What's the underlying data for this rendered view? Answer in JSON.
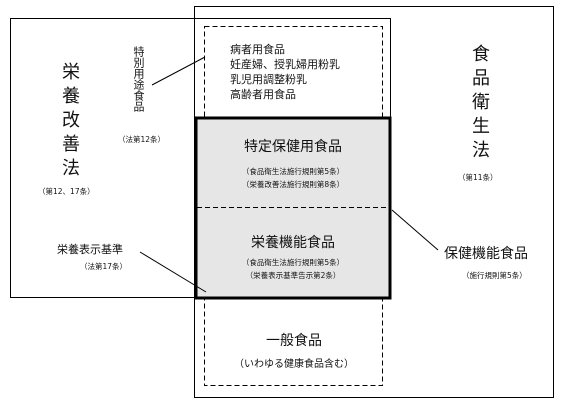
{
  "left_region": {
    "law_name": "栄養改善法",
    "law_articles": "（第12、17条）"
  },
  "right_region": {
    "law_name": "食品衛生法",
    "law_articles": "（第11条）"
  },
  "special_use_food": {
    "label": "特別用途食品",
    "article": "（法第12条）",
    "items": [
      "病者用食品",
      "妊産婦、授乳婦用粉乳",
      "乳児用調整粉乳",
      "高齢者用食品"
    ]
  },
  "foshu": {
    "title": "特定保健用食品",
    "notes": [
      "（食品衛生法施行規則第5条）",
      "（栄養改善法施行規則第8条）"
    ]
  },
  "nutrient_function": {
    "title": "栄養機能食品",
    "notes": [
      "（食品衛生法施行規則第5条）",
      "（栄養表示基準告示第2条）"
    ]
  },
  "nutrition_labeling": {
    "label": "栄養表示基準",
    "article": "（法第17条）"
  },
  "health_function_food": {
    "label": "保健機能食品",
    "article": "（施行規則第5条）"
  },
  "general_food": {
    "title": "一般食品",
    "note": "（いわゆる健康食品含む）"
  }
}
